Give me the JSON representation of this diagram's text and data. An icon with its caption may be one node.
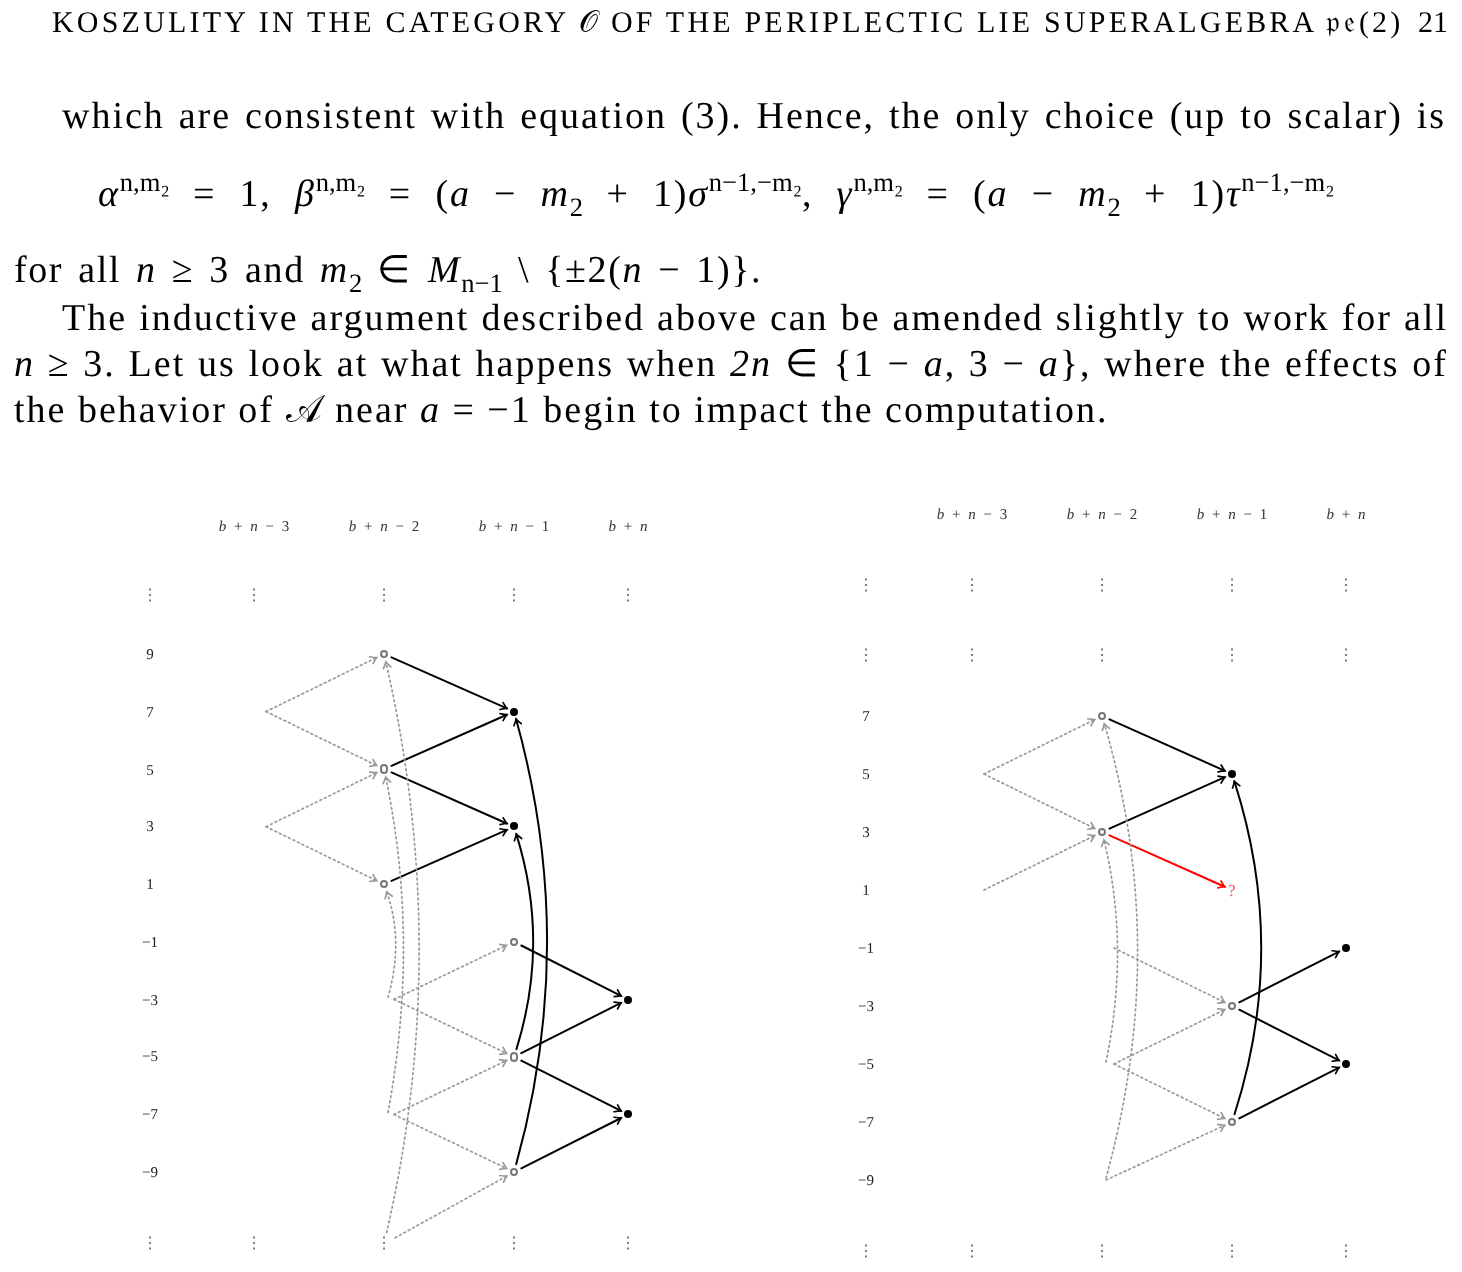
{
  "diagram": {
    "nodes": [
      {
        "text": [],
        "shape": "circle"
      },
      {
        "text": [],
        "shape": "dot"
      },
      {
        "text": [],
        "shape": "circle"
      },
      {
        "text": [],
        "shape": "dot"
      },
      {
        "text": [],
        "shape": "circle"
      },
      {
        "text": [],
        "shape": "circle"
      },
      {
        "text": [],
        "shape": "dot"
      },
      {
        "text": [],
        "shape": "circle"
      },
      {
        "text": [],
        "shape": "dot"
      },
      {
        "text": [],
        "shape": "circle"
      },
      {
        "text": [
          "⋮"
        ]
      },
      {
        "text": [],
        "shape": "circle"
      },
      {
        "text": [],
        "shape": "dot"
      },
      {
        "text": [],
        "shape": "circle"
      },
      {
        "text": [
          "?"
        ]
      },
      {
        "text": [],
        "shape": "dot"
      },
      {
        "text": [],
        "shape": "circle"
      },
      {
        "text": [],
        "shape": "dot"
      },
      {
        "text": [],
        "shape": "circle"
      }
    ],
    "edges": [
      {
        "from": 0,
        "to": 1,
        "arrow": "to",
        "color": "#000000"
      },
      {
        "from": 2,
        "to": 1,
        "arrow": "to",
        "color": "#000000"
      },
      {
        "from": 2,
        "to": 3,
        "arrow": "to",
        "color": "#000000"
      },
      {
        "from": 4,
        "to": 3,
        "arrow": "to",
        "color": "#000000"
      },
      {
        "from": 5,
        "to": 6,
        "arrow": "to",
        "color": "#000000"
      },
      {
        "from": 7,
        "to": 6,
        "arrow": "to",
        "color": "#000000"
      },
      {
        "from": 7,
        "to": 8,
        "arrow": "to",
        "color": "#000000"
      },
      {
        "from": 9,
        "to": 8,
        "arrow": "to",
        "color": "#000000"
      },
      {
        "from": 7,
        "to": 3,
        "arrow": "to",
        "color": "#000000"
      },
      {
        "from": 9,
        "to": 1,
        "arrow": "to",
        "color": "#000000"
      },
      {
        "from": null,
        "to": 0,
        "arrow": "to",
        "style": "dashed"
      },
      {
        "from": null,
        "to": 2,
        "arrow": "to",
        "style": "dashed"
      },
      {
        "from": null,
        "to": 2,
        "arrow": "to",
        "style": "dashed"
      },
      {
        "from": null,
        "to": 4,
        "arrow": "to",
        "style": "dashed"
      },
      {
        "from": null,
        "to": 5,
        "arrow": "to",
        "style": "dashed"
      },
      {
        "from": null,
        "to": 7,
        "arrow": "to",
        "style": "dashed"
      },
      {
        "from": null,
        "to": 7,
        "arrow": "to",
        "style": "dashed"
      },
      {
        "from": null,
        "to": 9,
        "arrow": "to",
        "style": "dashed"
      },
      {
        "from": 10,
        "to": 9,
        "arrow": "to",
        "style": "dashed"
      },
      {
        "from": null,
        "to": 4,
        "arrow": "to",
        "style": "dashed"
      },
      {
        "from": null,
        "to": 2,
        "arrow": "to",
        "style": "dashed"
      },
      {
        "from": 10,
        "to": 0,
        "arrow": "to",
        "style": "dashed"
      },
      {
        "from": 11,
        "to": 12,
        "arrow": "to",
        "color": "#000000"
      },
      {
        "from": 13,
        "to": 12,
        "arrow": "to",
        "color": "#000000"
      },
      {
        "from": 13,
        "to": 14,
        "arrow": "to",
        "color": "#ff0000"
      },
      {
        "from": 16,
        "to": 15,
        "arrow": "to",
        "color": "#000000"
      },
      {
        "from": 16,
        "to": 17,
        "arrow": "to",
        "color": "#000000"
      },
      {
        "from": 18,
        "to": 17,
        "arrow": "to",
        "color": "#000000"
      },
      {
        "from": 18,
        "to": 12,
        "arrow": "to",
        "color": "#000000"
      },
      {
        "from": null,
        "to": 11,
        "arrow": "to",
        "style": "dashed"
      },
      {
        "from": null,
        "to": 13,
        "arrow": "to",
        "style": "dashed"
      },
      {
        "from": null,
        "to": 13,
        "arrow": "to",
        "style": "dashed"
      },
      {
        "from": null,
        "to": 16,
        "arrow": "to",
        "style": "dashed"
      },
      {
        "from": null,
        "to": 16,
        "arrow": "to",
        "style": "dashed"
      },
      {
        "from": null,
        "to": 18,
        "arrow": "to",
        "style": "dashed"
      },
      {
        "from": null,
        "to": 18,
        "arrow": "to",
        "style": "dashed"
      },
      {
        "from": null,
        "to": 13,
        "arrow": "to",
        "style": "dashed"
      },
      {
        "from": null,
        "to": 11,
        "arrow": "to",
        "style": "dashed"
      }
    ],
    "labels": [
      "KOSZULITY IN THE CATEGORY 𝒪 OF THE PERIPLECTIC LIE SUPERALGEBRA 𝔭𝔢(2)",
      "21",
      "which are consistent with equation (3). Hence, the only choice (up to scalar) is",
      "*α*$^{n,m₂}$ = 1, *β*$^{n,m₂}$ = (*a* − *m*$_{2}$ + 1)*σ*$^{n−1,−m₂}$, *γ*$^{n,m₂}$ = (*a* − *m*$_{2}$ + 1)*τ*$^{n−1,−m₂}$",
      "for all *n* ≥ 3 and *m*$_{2}$ ∈ *M*$_{n−1}$ \\ {±2(*n* − 1)}.",
      "The inductive argument described above can be amended slightly to work for all *n* ≥ 3. Let us look at what happens when *2n* ∈ {1 − *a*, 3 − *a*}, where the effects of the behavior of 𝒜 near *a* = −1 begin to impact the computation.",
      "*b* + *n* − 3",
      "*b* + *n* − 2",
      "*b* + *n* − 1",
      "*b* + *n*",
      "⋮",
      "⋮",
      "⋮",
      "⋮",
      "⋮",
      "9",
      "7",
      "5",
      "3",
      "1",
      "−1",
      "−3",
      "−5",
      "−7",
      "−9",
      "⋮",
      "⋮",
      "⋮",
      "⋮",
      "*b* + *n* − 3",
      "*b* + *n* − 2",
      "*b* + *n* − 1",
      "*b* + *n*",
      "⋮",
      "⋮",
      "⋮",
      "⋮",
      "⋮",
      "⋮",
      "⋮",
      "⋮",
      "⋮",
      "⋮",
      "7",
      "5",
      "3",
      "1",
      "−1",
      "−3",
      "−5",
      "−7",
      "−9",
      "⋮",
      "⋮",
      "⋮",
      "⋮",
      "⋮"
    ]
  }
}
